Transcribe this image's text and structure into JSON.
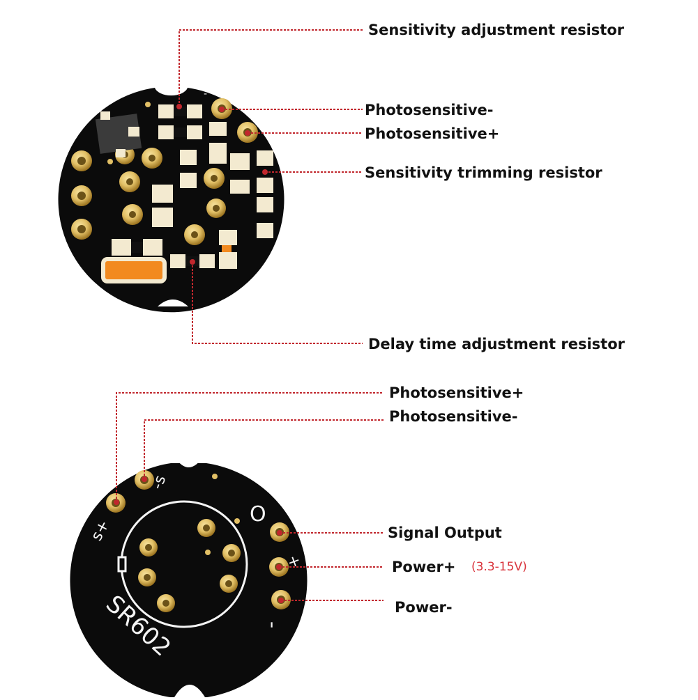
{
  "top_board": {
    "callouts": [
      "Sensitivity adjustment resistor",
      "Photosensitive-",
      "Photosensitive+",
      "Sensitivity trimming resistor",
      "Delay time adjustment resistor"
    ]
  },
  "bottom_board": {
    "callouts": [
      "Photosensitive+",
      "Photosensitive-",
      "Signal Output",
      "Power+",
      "Power-"
    ],
    "power_note": "(3.3-15V)",
    "silkscreen": {
      "model": "SR602",
      "s_plus": "s+",
      "s_minus": "-s",
      "plus": "+",
      "minus": "-",
      "circle_mark": "O"
    }
  },
  "colors": {
    "board": "#0b0b0b",
    "pad_gold": "#e2c066",
    "pad_gold_dark": "#b08a2c",
    "smd_pad": "#f3ead0",
    "leader": "#c1272d",
    "silk": "#f4f4f4",
    "orange": "#f28a1f"
  }
}
